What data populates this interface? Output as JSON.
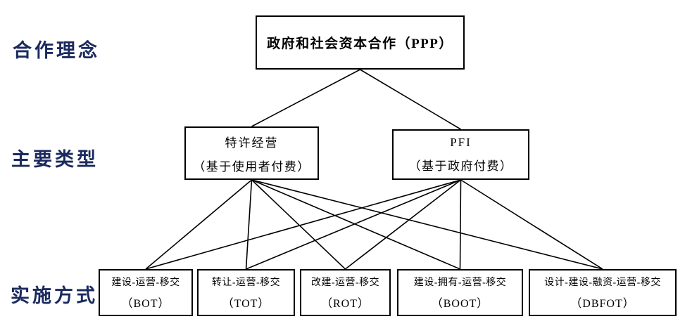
{
  "palette": {
    "background": "#ffffff",
    "box_border": "#000000",
    "box_text": "#000000",
    "row_label_color": "#1b2a5e",
    "line_color": "#000000"
  },
  "row_labels": [
    {
      "id": "concept",
      "text": "合作理念"
    },
    {
      "id": "types",
      "text": "主要类型"
    },
    {
      "id": "methods",
      "text": "实施方式"
    }
  ],
  "nodes": {
    "root": {
      "line1": "政府和社会资本合作（PPP）"
    },
    "franchise": {
      "line1": "特许经营",
      "line2": "（基于使用者付费）"
    },
    "pfi": {
      "line1": "PFI",
      "line2": "（基于政府付费）"
    },
    "bot": {
      "line1": "建设-运营-移交",
      "line2": "（BOT）"
    },
    "tot": {
      "line1": "转让-运营-移交",
      "line2": "（TOT）"
    },
    "rot": {
      "line1": "改建-运营-移交",
      "line2": "（ROT）"
    },
    "boot": {
      "line1": "建设-拥有-运营-移交",
      "line2": "（BOOT）"
    },
    "dbfot": {
      "line1": "设计-建设-融资-运营-移交",
      "line2": "（DBFOT）"
    }
  },
  "edges": [
    {
      "from": "root",
      "to": "franchise"
    },
    {
      "from": "root",
      "to": "pfi"
    },
    {
      "from": "franchise",
      "to": "bot"
    },
    {
      "from": "franchise",
      "to": "tot"
    },
    {
      "from": "franchise",
      "to": "rot"
    },
    {
      "from": "franchise",
      "to": "boot"
    },
    {
      "from": "franchise",
      "to": "dbfot"
    },
    {
      "from": "pfi",
      "to": "bot"
    },
    {
      "from": "pfi",
      "to": "tot"
    },
    {
      "from": "pfi",
      "to": "rot"
    },
    {
      "from": "pfi",
      "to": "boot"
    },
    {
      "from": "pfi",
      "to": "dbfot"
    }
  ]
}
